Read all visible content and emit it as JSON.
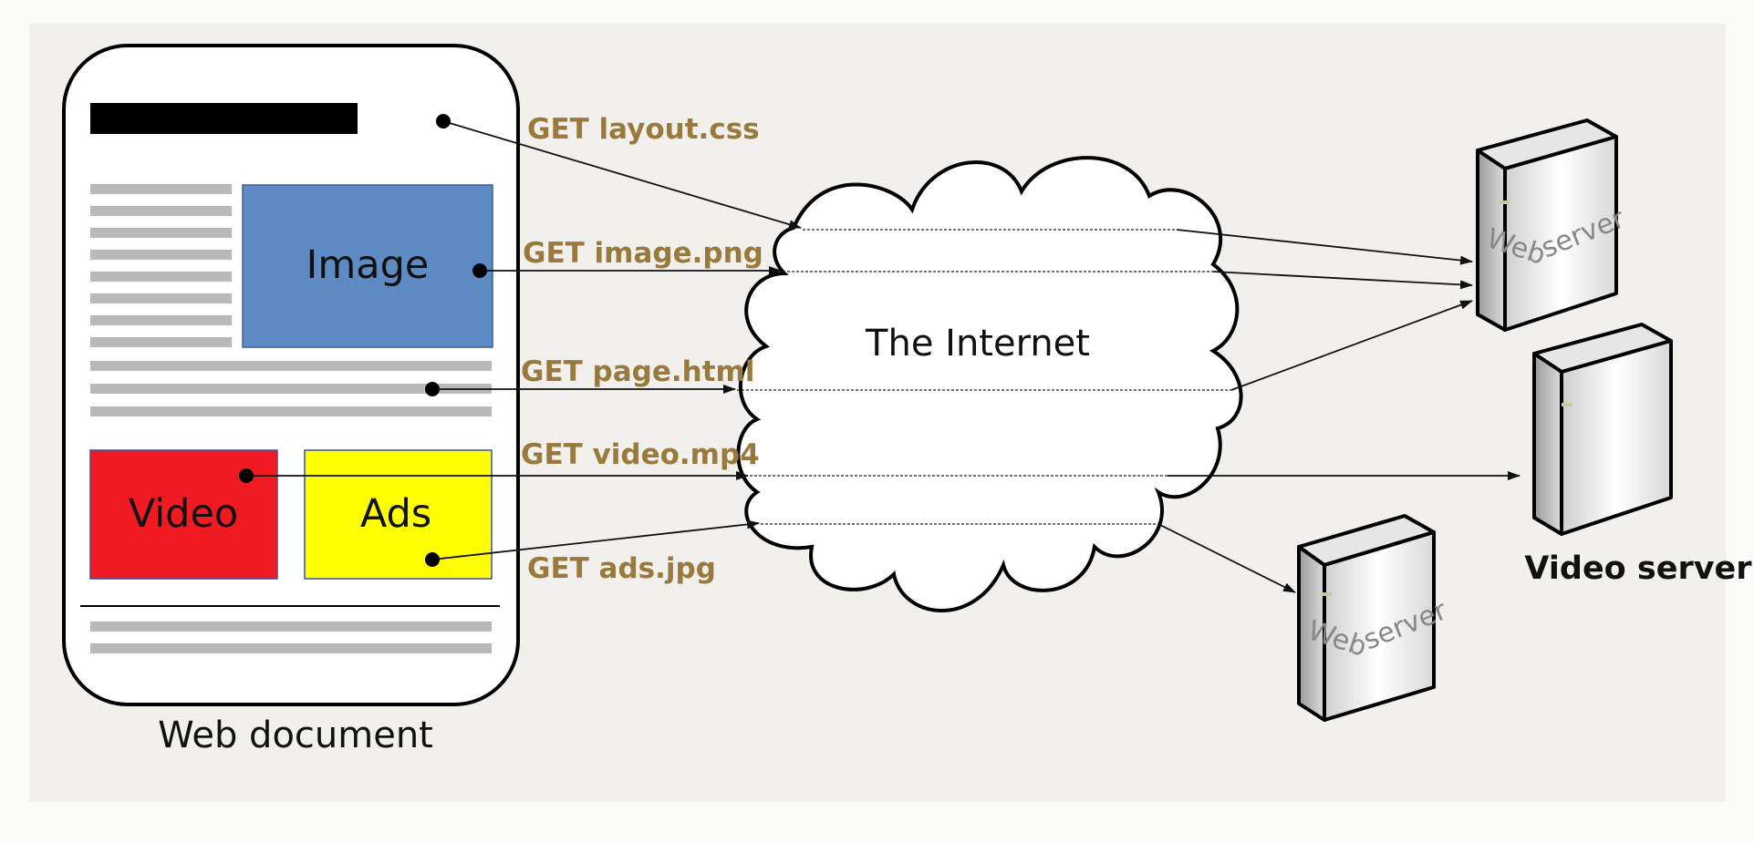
{
  "web_document": {
    "caption": "Web document",
    "image_label": "Image",
    "video_label": "Video",
    "ads_label": "Ads"
  },
  "internet_label": "The Internet",
  "requests": [
    "GET layout.css",
    "GET image.png",
    "GET page.html",
    "GET video.mp4",
    "GET ads.jpg"
  ],
  "servers": {
    "web_server_text_1": "Web",
    "web_server_text_2": "server",
    "video_server_caption": "Video server"
  },
  "colors": {
    "request_label": "#9a7a3c",
    "image_block": "#5e8bc4",
    "video_block": "#f01a23",
    "ads_block": "#ffff00",
    "background": "#f1f0ec"
  }
}
